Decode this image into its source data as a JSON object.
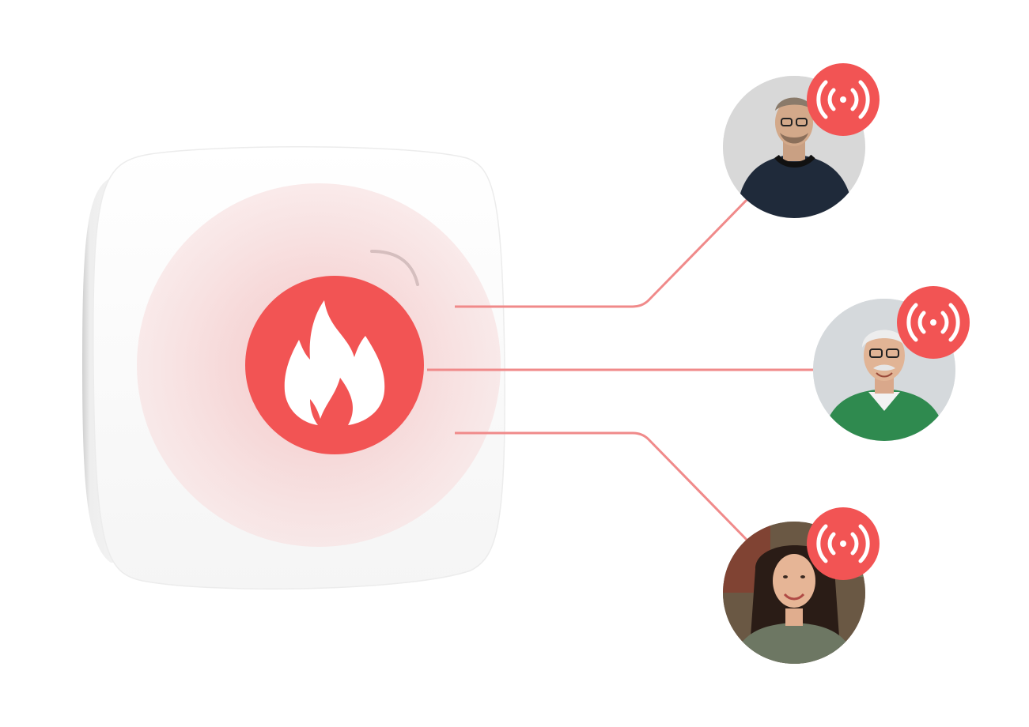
{
  "colors": {
    "alarm_red": "#f25454",
    "connector_red": "#f07b7b",
    "device_white": "#fbfbfb",
    "glow_pink": "#f7d9d9",
    "avatar_bg_1": "#d6d6d6",
    "avatar_bg_2": "#d4d8dc",
    "avatar_bg_3": "#6f5a46"
  },
  "device": {
    "name": "smoke-detector",
    "center_icon": "fire-icon"
  },
  "contacts": [
    {
      "id": "contact-1",
      "description_icon": "person-avatar",
      "alert_icon": "broadcast-icon"
    },
    {
      "id": "contact-2",
      "description_icon": "person-avatar",
      "alert_icon": "broadcast-icon"
    },
    {
      "id": "contact-3",
      "description_icon": "person-avatar",
      "alert_icon": "broadcast-icon"
    }
  ]
}
